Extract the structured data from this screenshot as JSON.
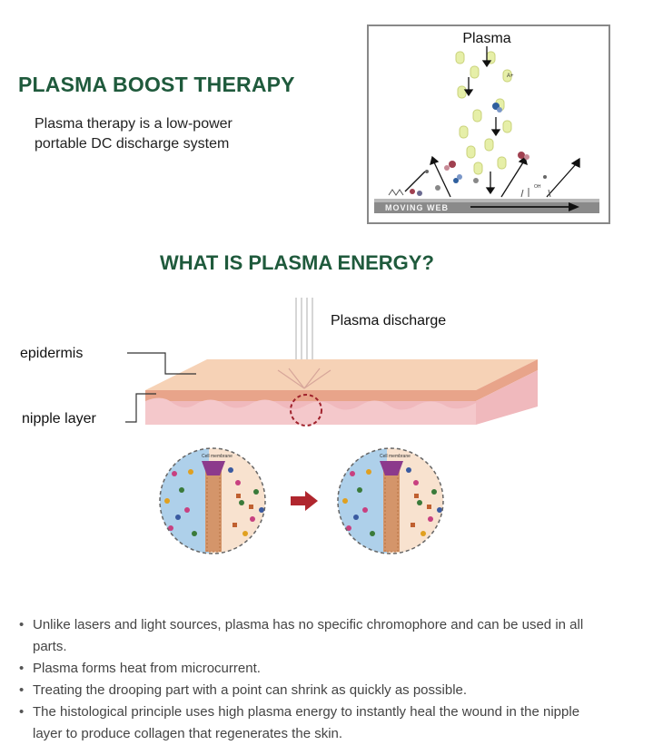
{
  "header": {
    "title": "PLASMA BOOST THERAPY",
    "intro_line1": "Plasma therapy is a low-power",
    "intro_line2": "portable DC discharge system"
  },
  "plasma_diagram": {
    "label": "Plasma",
    "moving_web": "MOVING WEB",
    "ion_label": "A+",
    "oh_label": "OH"
  },
  "section2": {
    "title": "WHAT IS PLASMA ENERGY?",
    "discharge_label": "Plasma discharge",
    "epidermis_label": "epidermis",
    "nipple_label": "nipple layer"
  },
  "cells": {
    "membrane_label": "Cell membrane"
  },
  "bullets": [
    {
      "line1": "Unlike lasers and light sources, plasma has no specific chromophore and can be used in all",
      "line2": "parts."
    },
    {
      "line1": "Plasma forms heat from microcurrent.",
      "line2": ""
    },
    {
      "line1": "Treating the drooping part with a point can shrink as quickly as possible.",
      "line2": ""
    },
    {
      "line1": "The histological principle uses high plasma energy to instantly heal the wound in the nipple",
      "line2": "layer to produce collagen that regenerates the skin."
    }
  ],
  "colors": {
    "heading": "#1f5a3c",
    "skin_top": "#f2c7a8",
    "skin_dermis": "#eeb3b6",
    "arrow": "#b0262e"
  }
}
